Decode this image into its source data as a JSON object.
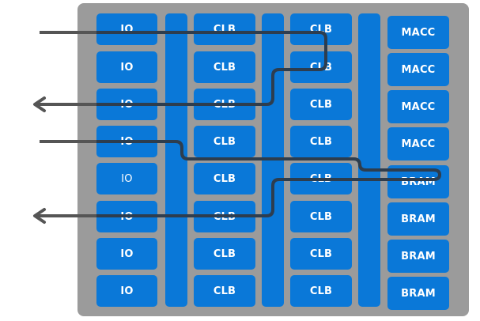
{
  "diagram": {
    "columns": [
      {
        "id": "io",
        "blocks": [
          "IO",
          "IO",
          "IO",
          "IO",
          "IO",
          "IO",
          "IO",
          "IO"
        ]
      },
      {
        "id": "clb-a",
        "blocks": [
          "CLB",
          "CLB",
          "CLB",
          "CLB",
          "CLB",
          "CLB",
          "CLB",
          "CLB"
        ]
      },
      {
        "id": "clb-b",
        "blocks": [
          "CLB",
          "CLB",
          "CLB",
          "CLB",
          "CLB",
          "CLB",
          "CLB",
          "CLB"
        ]
      },
      {
        "id": "dsp",
        "blocks": [
          "MACC",
          "MACC",
          "MACC",
          "MACC",
          "BRAM",
          "BRAM",
          "BRAM",
          "BRAM"
        ]
      }
    ],
    "routing_channels": 3,
    "routes": [
      {
        "direction": "left-arrow"
      },
      {
        "direction": "left-arrow"
      }
    ],
    "colors": {
      "die": "#9b9b9b",
      "block": "#0a78d8",
      "route": "#555555"
    }
  }
}
